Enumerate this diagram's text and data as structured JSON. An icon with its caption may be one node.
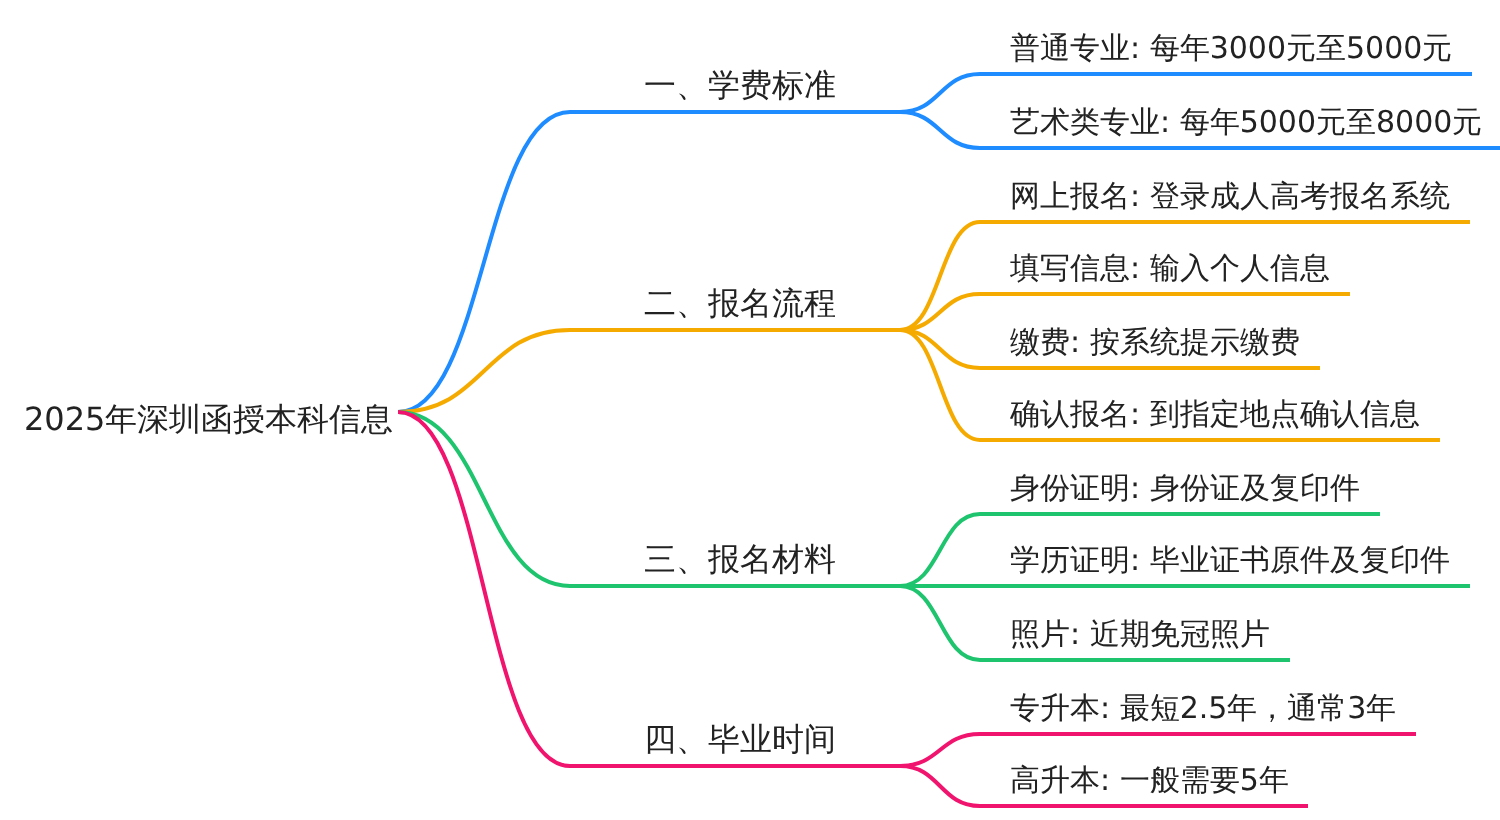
{
  "diagram": {
    "nodes": [
      {
        "text": [
          "2025年深圳函授本科信息"
        ]
      },
      {
        "text": [
          "一、学费标准"
        ]
      },
      {
        "text": [
          "普通专业: 每年3000元至5000元"
        ]
      },
      {
        "text": [
          "艺术类专业: 每年5000元至8000元"
        ]
      },
      {
        "text": [
          "二、报名流程"
        ]
      },
      {
        "text": [
          "网上报名: 登录成人高考报名系统"
        ]
      },
      {
        "text": [
          "填写信息: 输入个人信息"
        ]
      },
      {
        "text": [
          "缴费: 按系统提示缴费"
        ]
      },
      {
        "text": [
          "确认报名: 到指定地点确认信息"
        ]
      },
      {
        "text": [
          "三、报名材料"
        ]
      },
      {
        "text": [
          "身份证明: 身份证及复印件"
        ]
      },
      {
        "text": [
          "学历证明: 毕业证书原件及复印件"
        ]
      },
      {
        "text": [
          "照片: 近期免冠照片"
        ]
      },
      {
        "text": [
          "四、毕业时间"
        ]
      },
      {
        "text": [
          "专升本: 最短2.5年，通常3年"
        ]
      },
      {
        "text": [
          "高升本: 一般需要5年"
        ]
      }
    ],
    "edges": [
      {
        "from": 0,
        "to": 1,
        "arrow": "none",
        "color": "#1e8cff"
      },
      {
        "from": 1,
        "to": 2,
        "arrow": "none",
        "color": "#1e8cff"
      },
      {
        "from": 1,
        "to": 3,
        "arrow": "none",
        "color": "#1e8cff"
      },
      {
        "from": 0,
        "to": 4,
        "arrow": "none",
        "color": "#f5aa00"
      },
      {
        "from": 4,
        "to": 5,
        "arrow": "none",
        "color": "#f5aa00"
      },
      {
        "from": 4,
        "to": 6,
        "arrow": "none",
        "color": "#f5aa00"
      },
      {
        "from": 4,
        "to": 7,
        "arrow": "none",
        "color": "#f5aa00"
      },
      {
        "from": 4,
        "to": 8,
        "arrow": "none",
        "color": "#f5aa00"
      },
      {
        "from": 0,
        "to": 9,
        "arrow": "none",
        "color": "#1ec46e"
      },
      {
        "from": 9,
        "to": 10,
        "arrow": "none",
        "color": "#1ec46e"
      },
      {
        "from": 9,
        "to": 11,
        "arrow": "none",
        "color": "#1ec46e"
      },
      {
        "from": 9,
        "to": 12,
        "arrow": "none",
        "color": "#1ec46e"
      },
      {
        "from": 0,
        "to": 13,
        "arrow": "none",
        "color": "#f0146e"
      },
      {
        "from": 13,
        "to": 14,
        "arrow": "none",
        "color": "#f0146e"
      },
      {
        "from": 13,
        "to": 15,
        "arrow": "none",
        "color": "#f0146e"
      }
    ]
  }
}
